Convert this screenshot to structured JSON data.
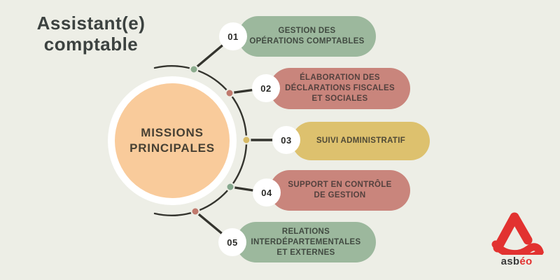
{
  "title": {
    "lines": [
      "Assistant(e)",
      "comptable"
    ]
  },
  "center": {
    "lines": [
      "MISSIONS",
      "PRINCIPALES"
    ]
  },
  "missions": [
    {
      "number": "01",
      "lines": [
        "GESTION DES",
        "OPÉRATIONS COMPTABLES"
      ]
    },
    {
      "number": "02",
      "lines": [
        "ÉLABORATION DES",
        "DÉCLARATIONS FISCALES",
        "ET SOCIALES"
      ]
    },
    {
      "number": "03",
      "lines": [
        "SUIVI ADMINISTRATIF"
      ]
    },
    {
      "number": "04",
      "lines": [
        "SUPPORT EN CONTRÔLE",
        "DE GESTION"
      ]
    },
    {
      "number": "05",
      "lines": [
        "RELATIONS",
        "INTERDÉPARTEMENTALES",
        "ET EXTERNES"
      ]
    }
  ],
  "logo": {
    "text_dark": "asb",
    "text_accent": "éo"
  },
  "colors": {
    "background": "#edeee6",
    "sage": "#9cb89d",
    "rose": "#c9857c",
    "gold": "#ddc16e",
    "peach": "#f9cb9b",
    "connector": "#34342e",
    "logo_red": "#e23230"
  }
}
